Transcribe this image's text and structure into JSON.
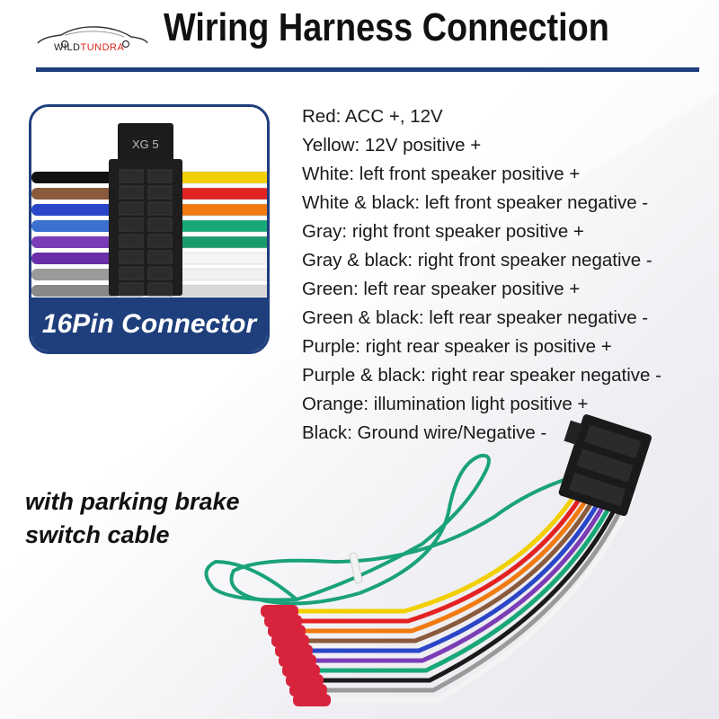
{
  "brand": {
    "prefix": "WILD",
    "accent": "TUNDRA",
    "car_icon": "car-outline-icon",
    "accent_color": "#e0251b"
  },
  "header": {
    "title": "Wiring Harness Connection",
    "rule_color": "#1f3f7c"
  },
  "connector_photo": {
    "caption": "16Pin Connector",
    "housing_label": "XG 5",
    "wire_colors_left": [
      "#111111",
      "#8a5a3c",
      "#2a46c8",
      "#3b6fd0",
      "#7a3db5",
      "#6a2ea8",
      "#9a9a9a",
      "#888888"
    ],
    "wire_colors_right": [
      "#f2d000",
      "#e32222",
      "#f07a10",
      "#18a878",
      "#1a9a6a",
      "#f4f4f4",
      "#f0f0f0",
      "#d8d8d8"
    ]
  },
  "wiring": [
    "Red: ACC +, 12V",
    "Yellow: 12V positive +",
    "White: left front speaker positive +",
    "White & black: left front speaker negative -",
    "Gray: right front speaker positive +",
    "Gray & black: right front speaker negative -",
    "Green: left rear speaker positive +",
    "Green & black: left rear speaker negative -",
    "Purple: right rear speaker is positive +",
    "Purple & black: right rear speaker negative -",
    "Orange: illumination light positive +",
    "Black: Ground wire/Negative -"
  ],
  "brake_note": {
    "line1": "with parking brake",
    "line2": "switch cable"
  },
  "harness": {
    "parking_brake_wire_color": "#1aa27a",
    "crimp_color": "#d8233c",
    "wire_colors": [
      "#f2d000",
      "#e32222",
      "#f07a10",
      "#8a5a3c",
      "#2a46c8",
      "#7a3db5",
      "#18a878",
      "#1a1a1a",
      "#9a9a9a",
      "#f4f4f4"
    ]
  }
}
